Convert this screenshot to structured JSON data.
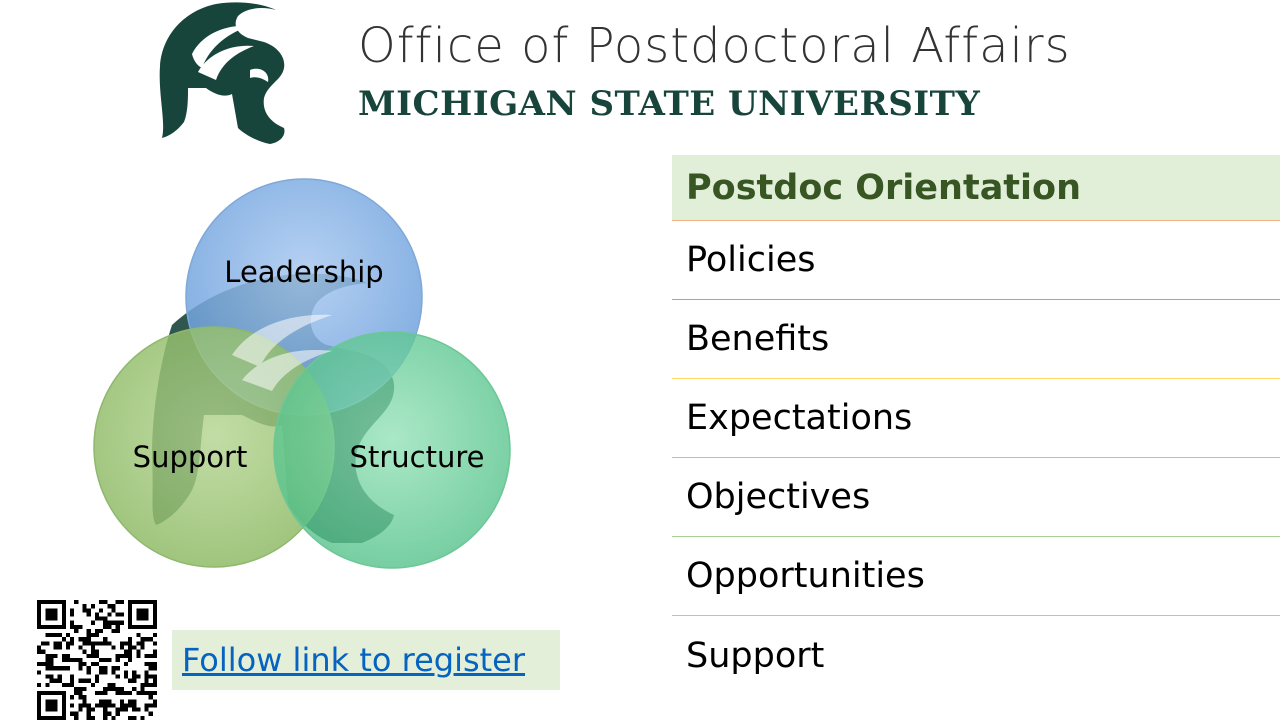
{
  "header": {
    "title": "Office of Postdoctoral Affairs",
    "university": "MICHIGAN STATE UNIVERSITY",
    "logo_icon": "spartan-helmet-icon",
    "brand_color": "#18453b"
  },
  "venn": {
    "circles": [
      {
        "label": "Leadership",
        "color": "#8db4e2"
      },
      {
        "label": "Support",
        "color": "#9bc47a"
      },
      {
        "label": "Structure",
        "color": "#6fcf9a"
      }
    ]
  },
  "register": {
    "link_text": "Follow link to register",
    "qr_icon": "qr-code-icon"
  },
  "agenda": {
    "heading": "Postdoc Orientation",
    "items": [
      "Policies",
      "Benefits",
      "Expectations",
      "Objectives",
      "Opportunities",
      "Support"
    ]
  }
}
